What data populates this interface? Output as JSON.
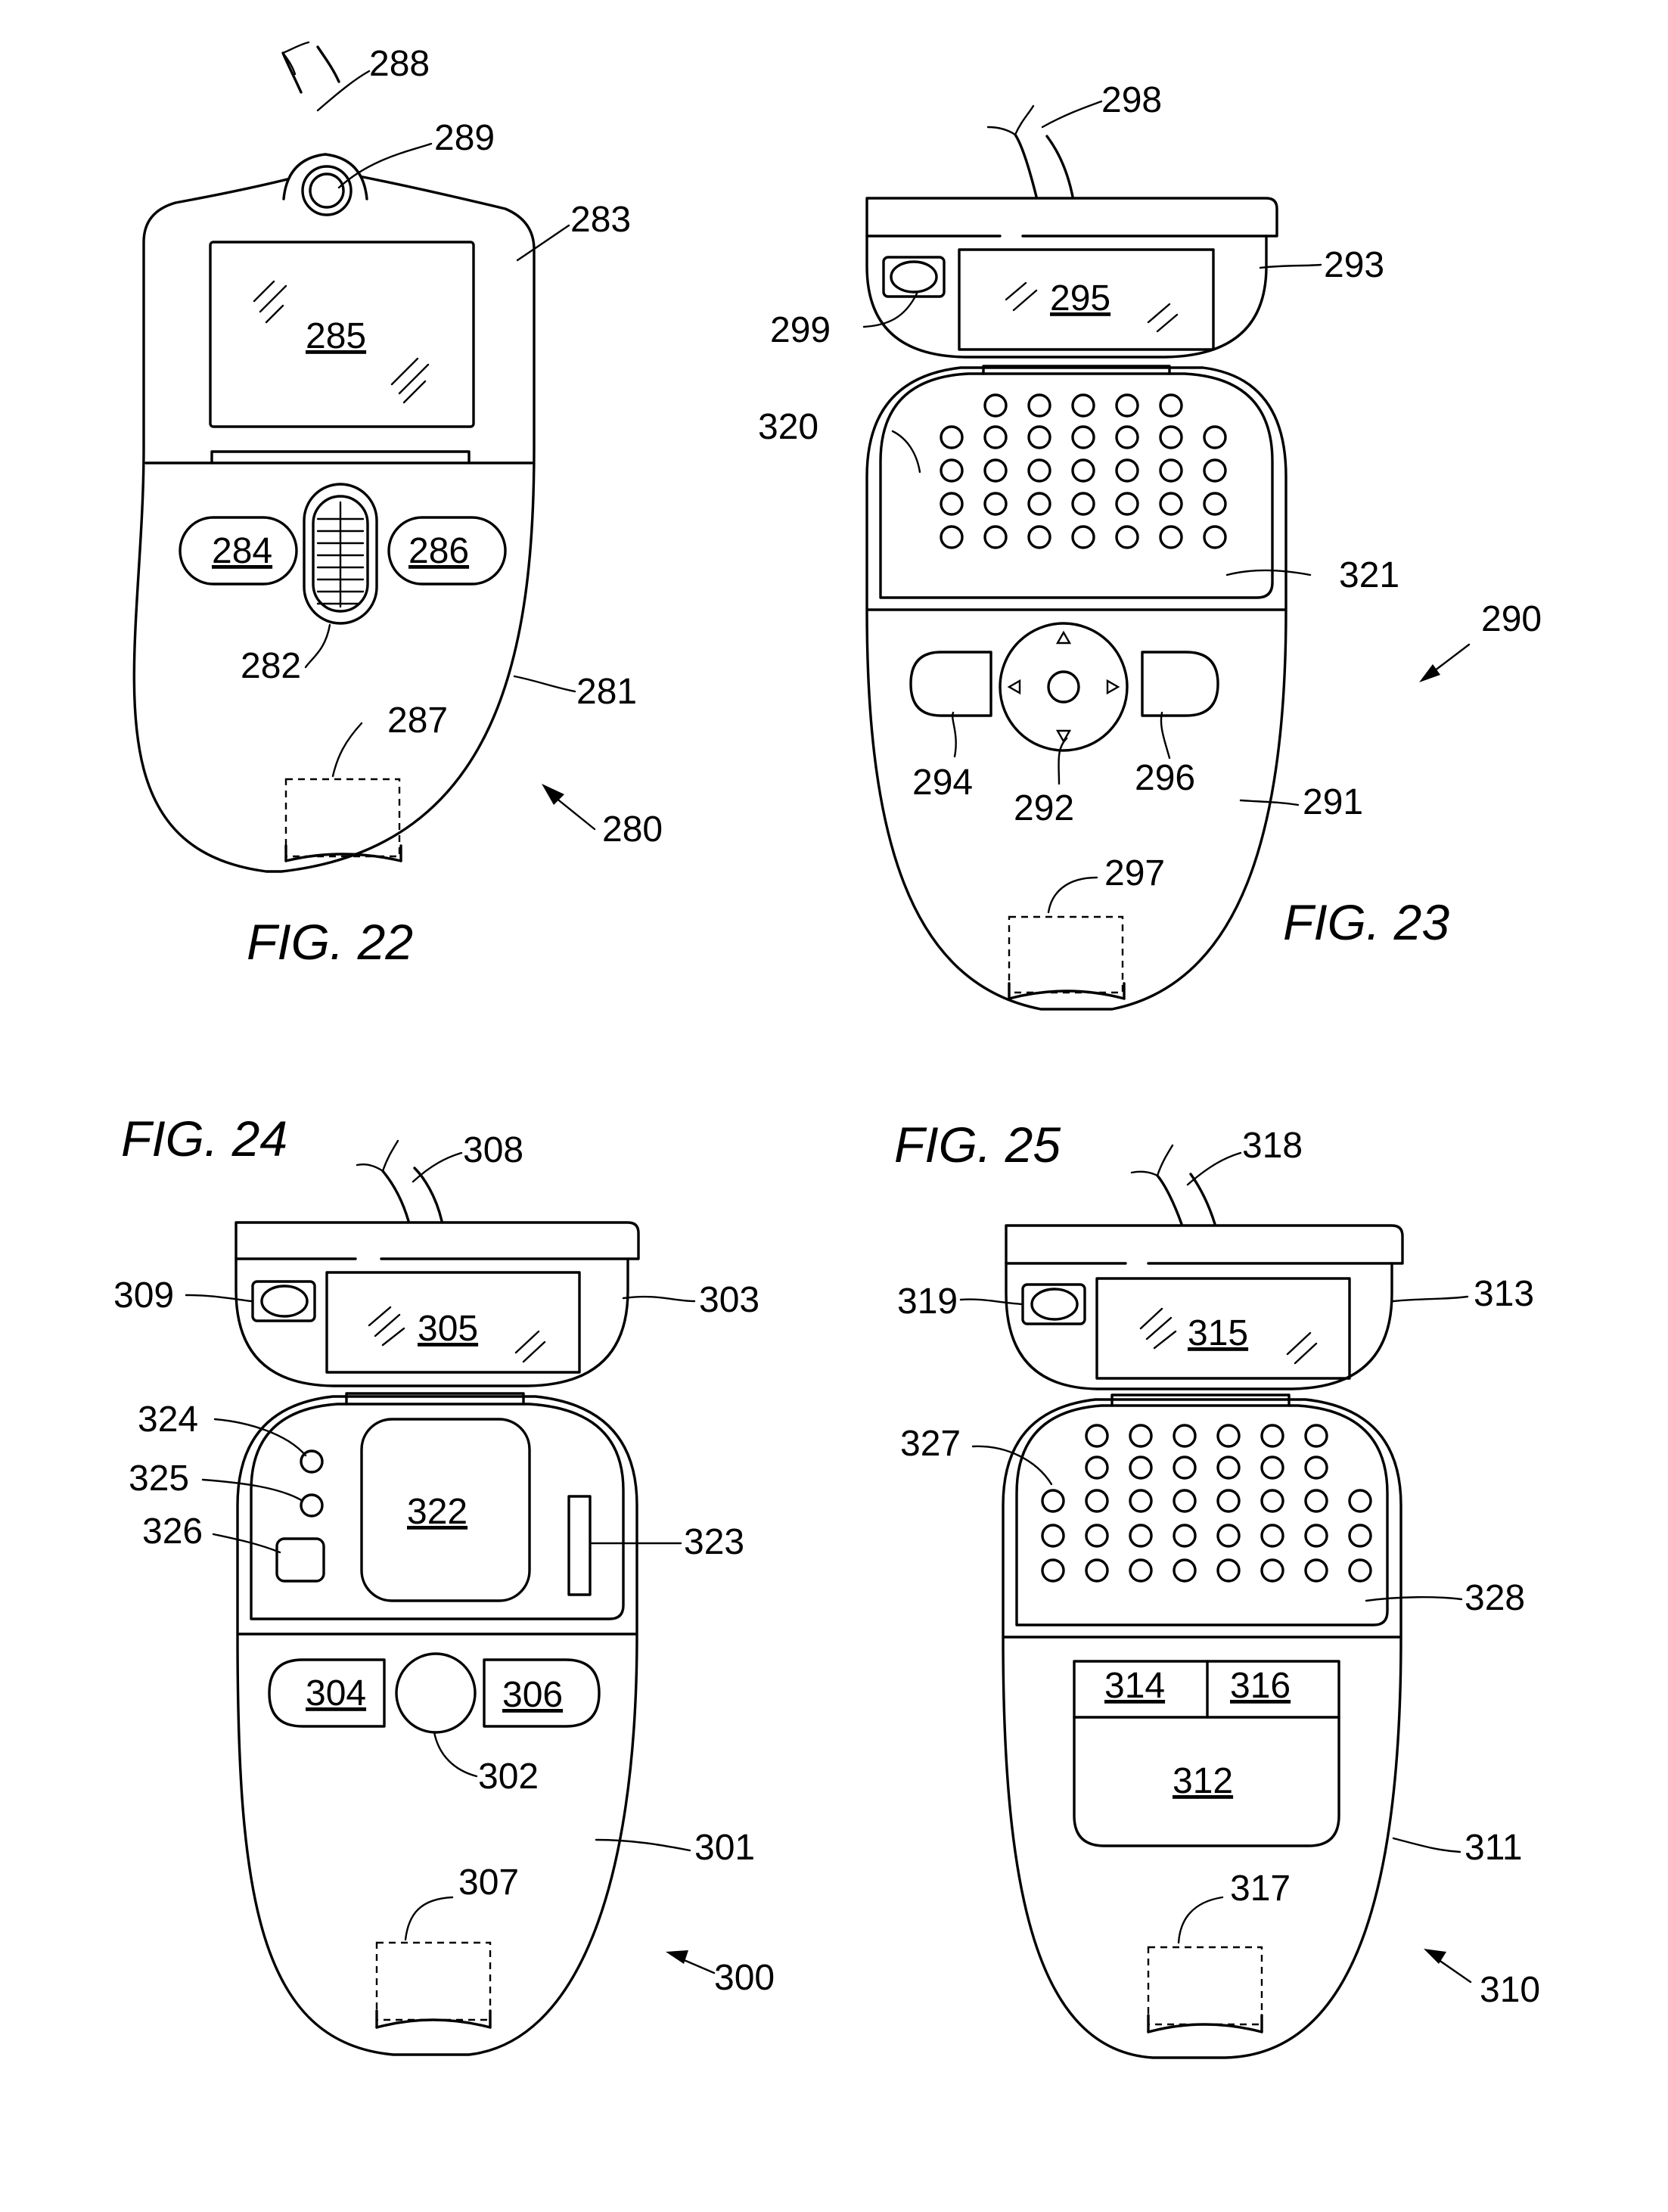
{
  "figures": [
    {
      "id": "fig22",
      "title": "FIG. 22",
      "labels": {
        "cable": "288",
        "ring": "289",
        "housing_top": "283",
        "screen": "285",
        "button_left": "284",
        "button_right": "286",
        "scroll_wheel": "282",
        "body": "281",
        "connector": "287",
        "device": "280"
      }
    },
    {
      "id": "fig23",
      "title": "FIG. 23",
      "labels": {
        "cable": "298",
        "top_unit": "293",
        "screen": "295",
        "camera": "299",
        "keypad": "320",
        "keypad_panel": "321",
        "device": "290",
        "button_left": "294",
        "dpad": "292",
        "button_right": "296",
        "body": "291",
        "connector": "297"
      }
    },
    {
      "id": "fig24",
      "title": "FIG. 24",
      "labels": {
        "cable": "308",
        "camera": "309",
        "screen": "305",
        "top_unit": "303",
        "indicator_1": "324",
        "indicator_2": "325",
        "indicator_3": "326",
        "pad": "322",
        "slot": "323",
        "button_left": "304",
        "button_center": "302",
        "button_right": "306",
        "body": "301",
        "connector": "307",
        "device": "300"
      }
    },
    {
      "id": "fig25",
      "title": "FIG. 25",
      "labels": {
        "cable": "318",
        "camera": "319",
        "screen": "315",
        "top_unit": "313",
        "keypad": "327",
        "keypad_panel": "328",
        "button_left": "314",
        "button_right": "316",
        "touchpad": "312",
        "body": "311",
        "connector": "317",
        "device": "310"
      }
    }
  ]
}
